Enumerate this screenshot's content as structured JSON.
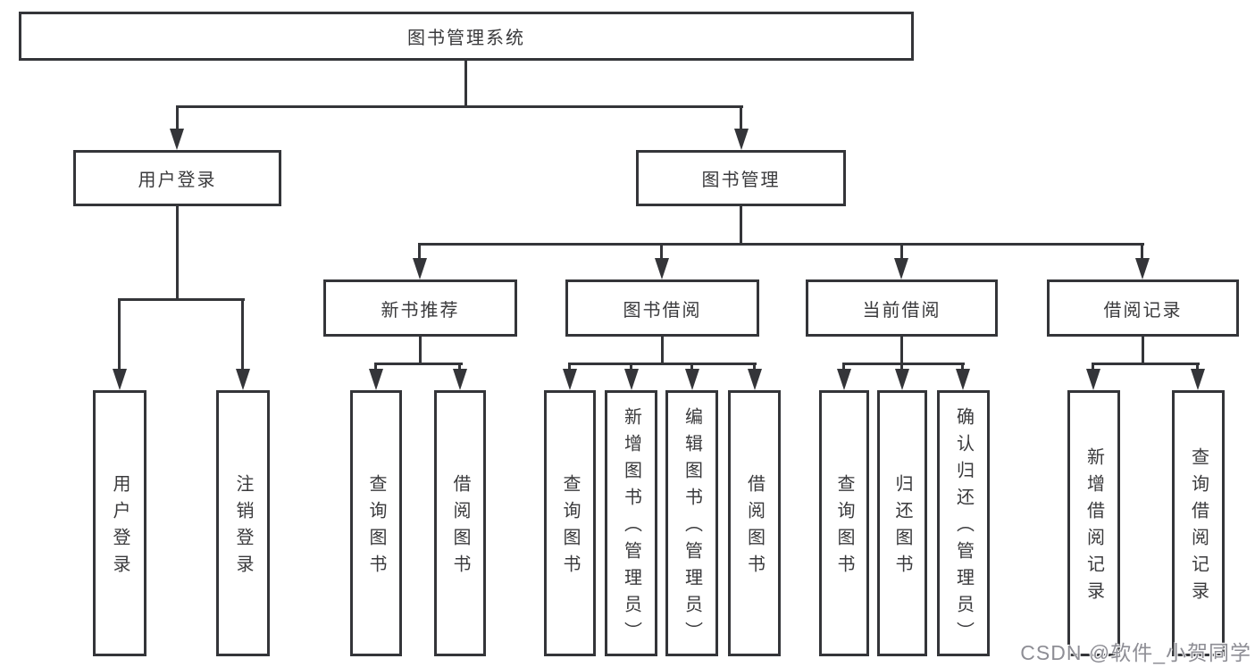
{
  "tree": {
    "root": "图书管理系统",
    "user_login": {
      "label": "用户登录",
      "children": [
        "用户登录",
        "注销登录"
      ]
    },
    "book_mgmt": {
      "label": "图书管理",
      "branches": [
        {
          "label": "新书推荐",
          "children": [
            "查询图书",
            "借阅图书"
          ]
        },
        {
          "label": "图书借阅",
          "children": [
            "查询图书",
            "新增图书（管理员）",
            "编辑图书（管理员）",
            "借阅图书"
          ]
        },
        {
          "label": "当前借阅",
          "children": [
            "查询图书",
            "归还图书",
            "确认归还（管理员）"
          ]
        },
        {
          "label": "借阅记录",
          "children": [
            "新增借阅记录",
            "查询借阅记录"
          ]
        }
      ]
    }
  },
  "watermark": "CSDN @软件_小贺同学",
  "colors": {
    "line": "#343539",
    "text": "#3a3a3c",
    "watermark": "#8e8e95",
    "background": "#ffffff"
  }
}
